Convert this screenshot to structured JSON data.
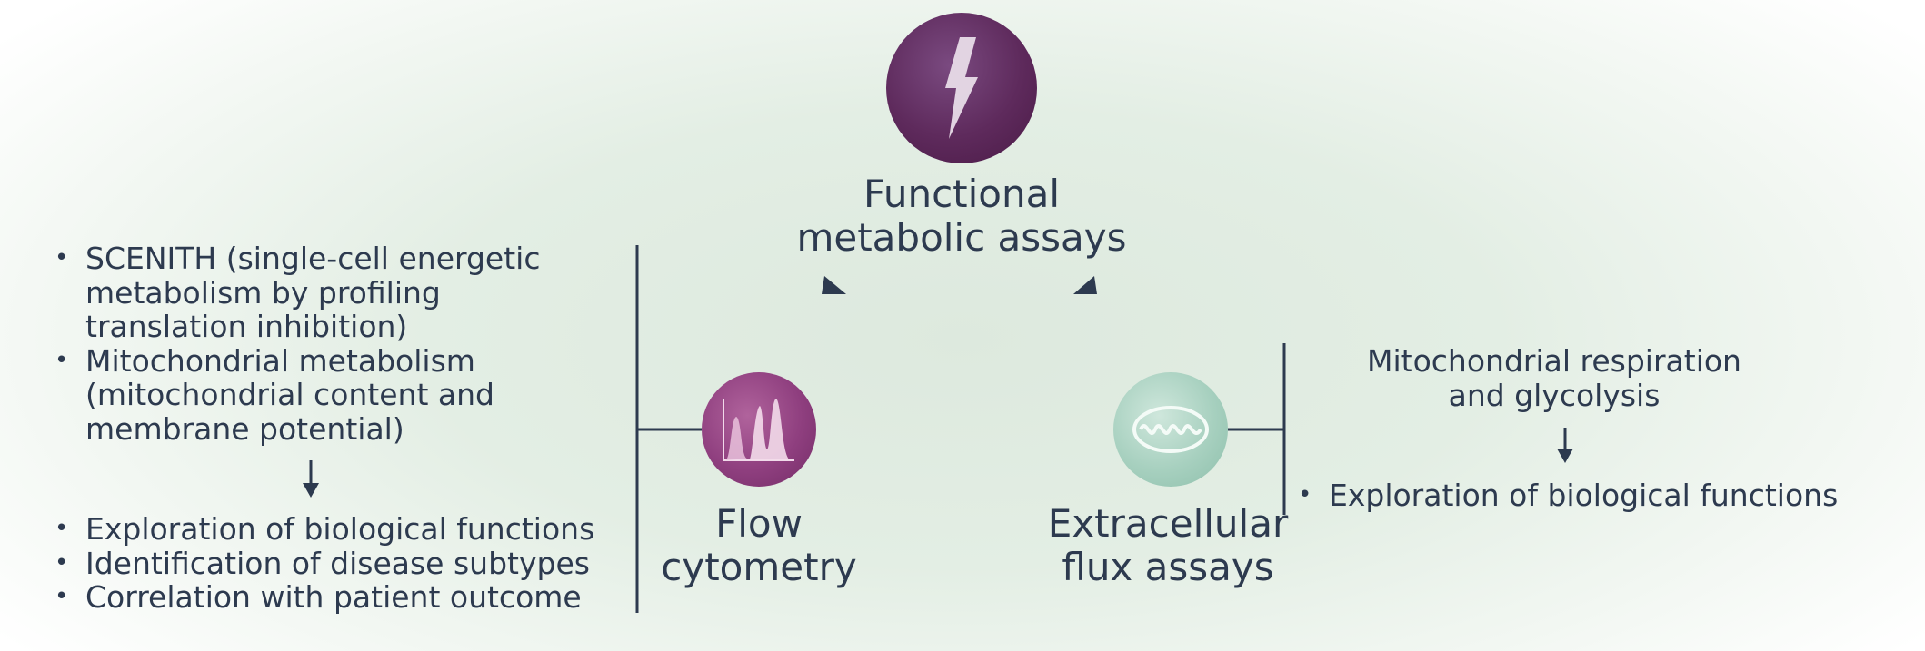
{
  "title": [
    "Functional",
    "metabolic assays"
  ],
  "flow": {
    "label": [
      "Flow",
      "cytometry"
    ],
    "methods": [
      [
        "SCENITH (single-cell energetic",
        "metabolism by profiling",
        "translation inhibition)"
      ],
      [
        "Mitochondrial metabolism",
        "(mitochondrial content and",
        "membrane potential)"
      ]
    ],
    "applications": [
      "Exploration of biological functions",
      "Identification of disease subtypes",
      "Correlation with patient outcome"
    ]
  },
  "flux": {
    "label": [
      "Extracellular",
      "flux assays"
    ],
    "method": [
      "Mitochondrial respiration",
      "and glycolysis"
    ],
    "applications": [
      "Exploration of biological functions"
    ]
  },
  "bullet": "•",
  "colors": {
    "text": "#2d3a4f",
    "plum": "#5e2a5c",
    "magenta": "#8f3f7f",
    "mint": "#a7d0bf",
    "background": "#e3eee4"
  },
  "icons": {
    "top": "lightning-bolt-icon",
    "flow": "histogram-peaks-icon",
    "flux": "mitochondrion-icon"
  }
}
